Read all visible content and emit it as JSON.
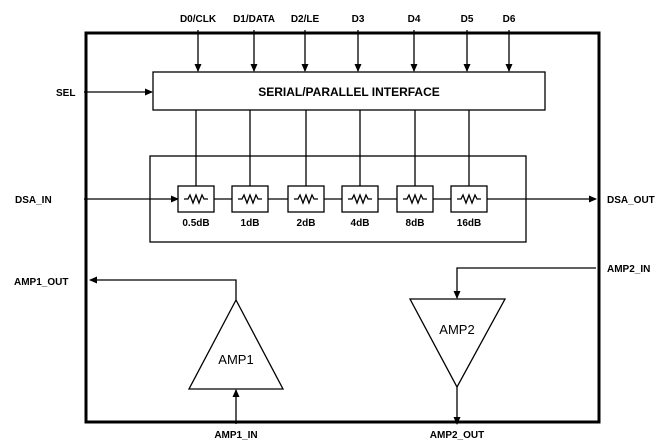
{
  "top_pins": [
    "D0/CLK",
    "D1/DATA",
    "D2/LE",
    "D3",
    "D4",
    "D5",
    "D6"
  ],
  "left_pins": {
    "sel": "SEL",
    "dsa_in": "DSA_IN",
    "amp1_out": "AMP1_OUT"
  },
  "right_pins": {
    "dsa_out": "DSA_OUT",
    "amp2_in": "AMP2_IN"
  },
  "bottom_pins": {
    "amp1_in": "AMP1_IN",
    "amp2_out": "AMP2_OUT"
  },
  "interface_label": "SERIAL/PARALLEL INTERFACE",
  "attenuator_steps": [
    "0.5dB",
    "1dB",
    "2dB",
    "4dB",
    "8dB",
    "16dB"
  ],
  "amplifiers": {
    "amp1": "AMP1",
    "amp2": "AMP2"
  }
}
